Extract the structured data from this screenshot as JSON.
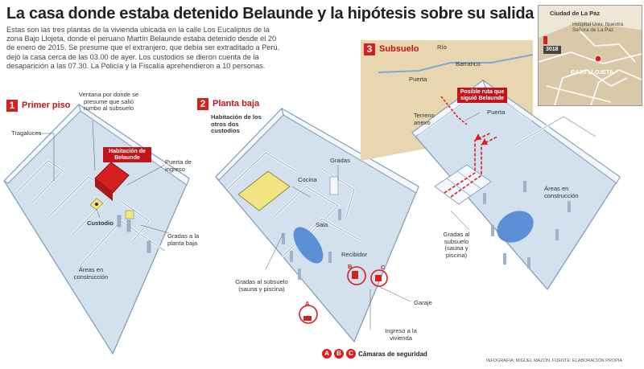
{
  "title": "La casa donde estaba detenido Belaunde y la hipótesis sobre su salida",
  "intro": "Estas son las tres plantas de la vivienda ubicada en la calle Los Eucaliptus de la zona Bajo Llojeta, donde el peruano Martín Belaunde estaba detenido desde el 20 de enero de 2015. Se presume que el extranjero, que debía ser extraditado a Perú, dejó la casa cerca de las 03.00 de ayer. Los custodios se dieron cuenta de la desaparición a las 07.30. La Policía y la Fiscalía aprehendieron a 10 personas.",
  "sections": [
    {
      "number": "1",
      "name": "Primer piso"
    },
    {
      "number": "2",
      "name": "Planta baja"
    },
    {
      "number": "3",
      "name": "Subsuelo"
    }
  ],
  "floor1": {
    "tragaluces": "Tragaluces",
    "ventana": "Ventana por donde se presume que salió rumbo al subsuelo",
    "habitacion": "Habitación de Belaunde",
    "puerta": "Puerta de ingreso",
    "custodio": "Custodio",
    "gradas": "Gradas a la planta baja",
    "areas": "Áreas en construcción"
  },
  "floor2": {
    "habitacion": "Habitación de los otros dos custodios",
    "gradas": "Gradas",
    "cocina": "Cocina",
    "sala": "Sala",
    "recibidor": "Recibidor",
    "gradas_sub": "Gradas al subsuelo (sauna y piscina)",
    "garaje": "Garaje",
    "ingreso": "Ingreso a la vivienda"
  },
  "floor3": {
    "rio": "Río",
    "barranco": "Barranco",
    "puerta1": "Puerta",
    "ruta": "Posible ruta que siguió Belaunde",
    "terreno": "Terreno anexo",
    "puerta2": "Puerta",
    "areas": "Áreas en construcción",
    "gradas": "Gradas al subsuelo (sauna y piscina)"
  },
  "map": {
    "title": "Ciudad de La Paz",
    "hospital": "Hospital Univ. Nuestra Señora de La Paz",
    "number": "3018",
    "zone": "BAJO LLOJETA"
  },
  "cameras": {
    "labels": [
      "A",
      "B",
      "C"
    ],
    "legend": "Cámaras de seguridad"
  },
  "credit": "INFOGRAFÍA: MIGUEL MAZÓN. FUENTE: ELABORACIÓN PROPIA",
  "colors": {
    "accent": "#d6201f",
    "floor_fill": "#d3e0ee",
    "wall_fill": "#f4f8fc",
    "wall_stroke": "#7f98b4",
    "room_yellow": "#f2e480",
    "pool": "#5b8fd6",
    "terrain": "#e7d6b0"
  }
}
